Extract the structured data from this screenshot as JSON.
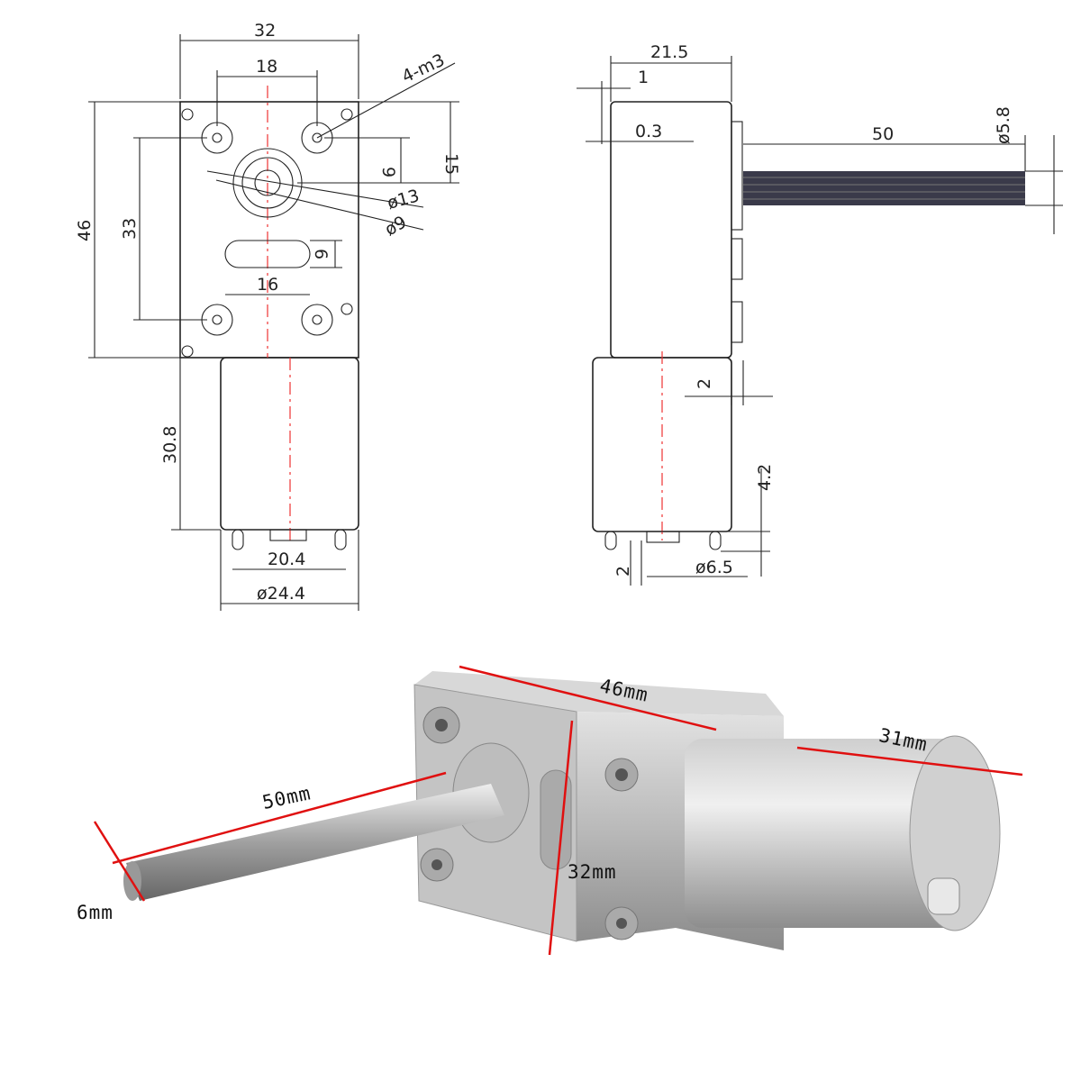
{
  "front_view": {
    "width": "32",
    "hole_spacing": "18",
    "holes": "4-m3",
    "height": "46",
    "hole_vertical": "33",
    "top_offset": "15",
    "shaft_offset": "9",
    "boss_diameter": "ø13",
    "shaft_hole_diameter": "ø9",
    "slot_height": "6",
    "slot_width": "16",
    "motor_length": "30.8",
    "terminal_spacing": "20.4",
    "motor_diameter": "ø24.4"
  },
  "side_view": {
    "depth": "21.5",
    "flange": "1",
    "gap": "0.3",
    "shaft_length": "50",
    "shaft_diameter": "ø5.8",
    "offset": "2",
    "terminal_height": "4.2",
    "terminal_width": "2",
    "end_diameter": "ø6.5"
  },
  "photo": {
    "shaft_length": "50mm",
    "shaft_diameter": "6mm",
    "gearbox_width": "32mm",
    "gearbox_length": "46mm",
    "motor_diameter": "31mm"
  }
}
